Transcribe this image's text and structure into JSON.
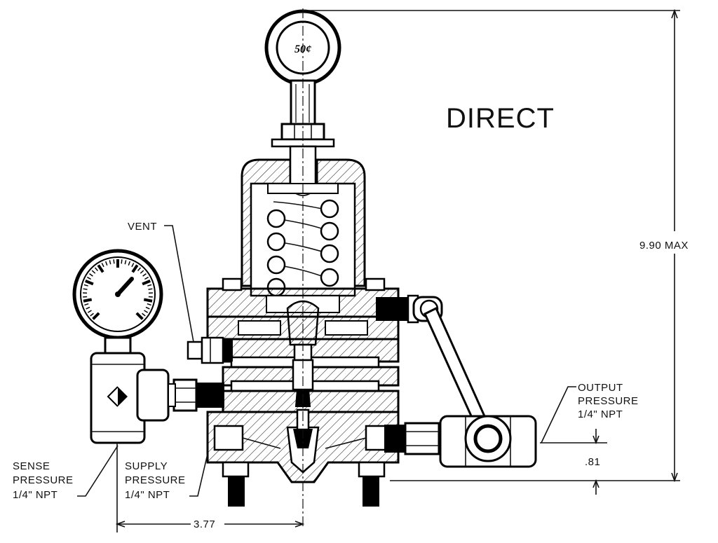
{
  "title": "DIRECT",
  "handle_label": "50¢",
  "labels": {
    "vent": "VENT",
    "output_line1": "OUTPUT",
    "output_line2": "PRESSURE",
    "output_line3": "1/4\" NPT",
    "sense_line1": "SENSE",
    "sense_line2": "PRESSURE",
    "sense_line3": "1/4\" NPT",
    "supply_line1": "SUPPLY",
    "supply_line2": "PRESSURE",
    "supply_line3": "1/4\" NPT"
  },
  "dimensions": {
    "height_max": "9.90 MAX",
    "width": "3.77",
    "offset": ".81"
  },
  "colors": {
    "line": "#111111",
    "background": "#ffffff"
  }
}
